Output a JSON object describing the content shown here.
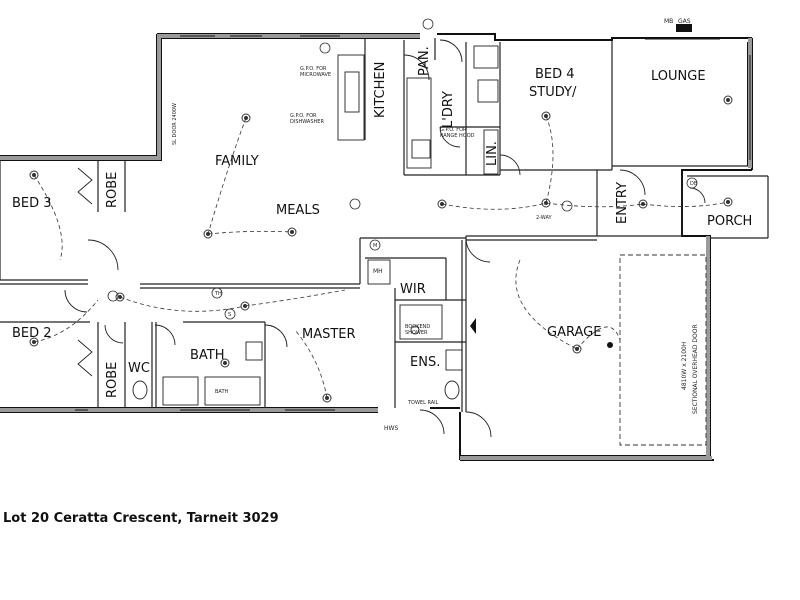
{
  "rooms": {
    "family": "FAMILY",
    "meals": "MEALS",
    "kitchen": "KITCHEN",
    "pantry": "PAN.",
    "laundry": "L'DRY",
    "linen": "LIN.",
    "bed4": "BED 4",
    "study": "STUDY/",
    "lounge": "LOUNGE",
    "bed3": "BED 3",
    "robe_upper": "ROBE",
    "entry": "ENTRY",
    "porch": "PORCH",
    "bed2": "BED 2",
    "robe_lower": "ROBE",
    "wc": "WC",
    "bath": "BATH",
    "master": "MASTER",
    "wir": "WIR",
    "ens": "ENS.",
    "garage": "GARAGE"
  },
  "notes": {
    "gpo_microwave_1": "G.P.O. FOR",
    "gpo_microwave_2": "MICROWAVE",
    "gpo_dishwasher_1": "G.P.O. FOR",
    "gpo_dishwasher_2": "DISHWASHER",
    "gpo_rangehood_1": "G.P.O. FOR",
    "gpo_rangehood_2": "RANGE HOOD",
    "sl_door": "SL DOOR 2400W",
    "two_way": "2-WAY",
    "mb": "MB",
    "gas": "GAS",
    "hws": "HWS",
    "mh": "MH",
    "bath_fixture": "BATH",
    "towel_rail": "TOWEL RAIL",
    "bookend_shower_1": "BOOKEND",
    "bookend_shower_2": "SHOWER",
    "garage_door_1": "4810W x 2100H",
    "garage_door_2": "SECTIONAL OVERHEAD DOOR",
    "m_symbol": "M",
    "th_symbol": "TH",
    "s_symbol": "S",
    "db_symbol": "DB"
  },
  "caption": "Lot 20 Ceratta Crescent, Tarneit 3029",
  "colors": {
    "wall": "#111111",
    "wall_fill": "#9a9a9a",
    "line": "#222222",
    "dash": "#333333"
  }
}
